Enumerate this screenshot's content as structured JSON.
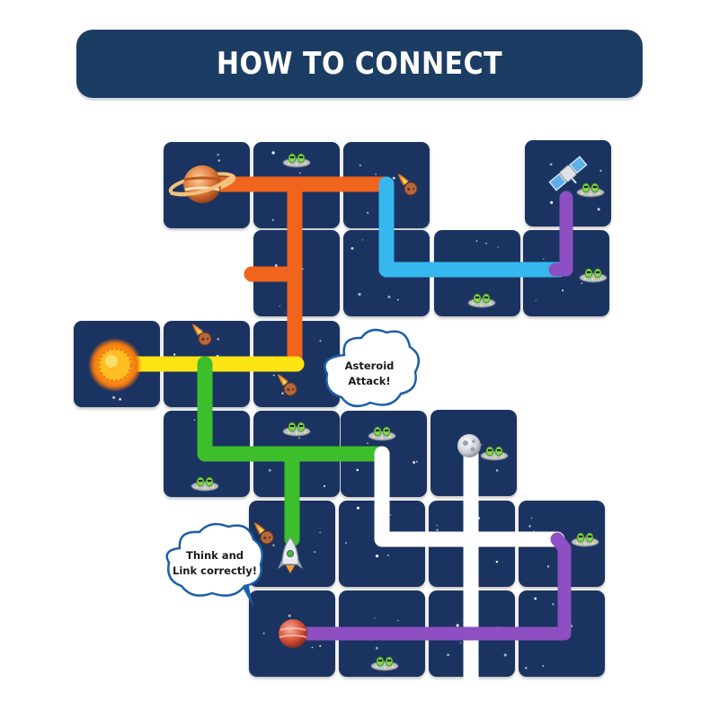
{
  "header": {
    "title": "HOW TO CONNECT"
  },
  "callouts": {
    "asteroid": {
      "line1": "Asteroid",
      "line2": "Attack!"
    },
    "link": {
      "line1": "Think and",
      "line2": "Link correctly!"
    }
  },
  "colors": {
    "banner": "#1c3d63",
    "tile": "#1b3360",
    "path_orange": "#f0641e",
    "path_blue": "#36b8ef",
    "path_purple": "#8d4fc2",
    "path_yellow": "#ffe414",
    "path_green": "#3cbf2b",
    "path_white": "#ffffff"
  },
  "pieces": {
    "planets": [
      "saturn-icon",
      "sun-icon",
      "mars-icon"
    ],
    "hazards": [
      "asteroid-icon",
      "ufo-icon"
    ],
    "ships": [
      "satellite-icon",
      "rocket-icon",
      "moon-icon"
    ]
  }
}
